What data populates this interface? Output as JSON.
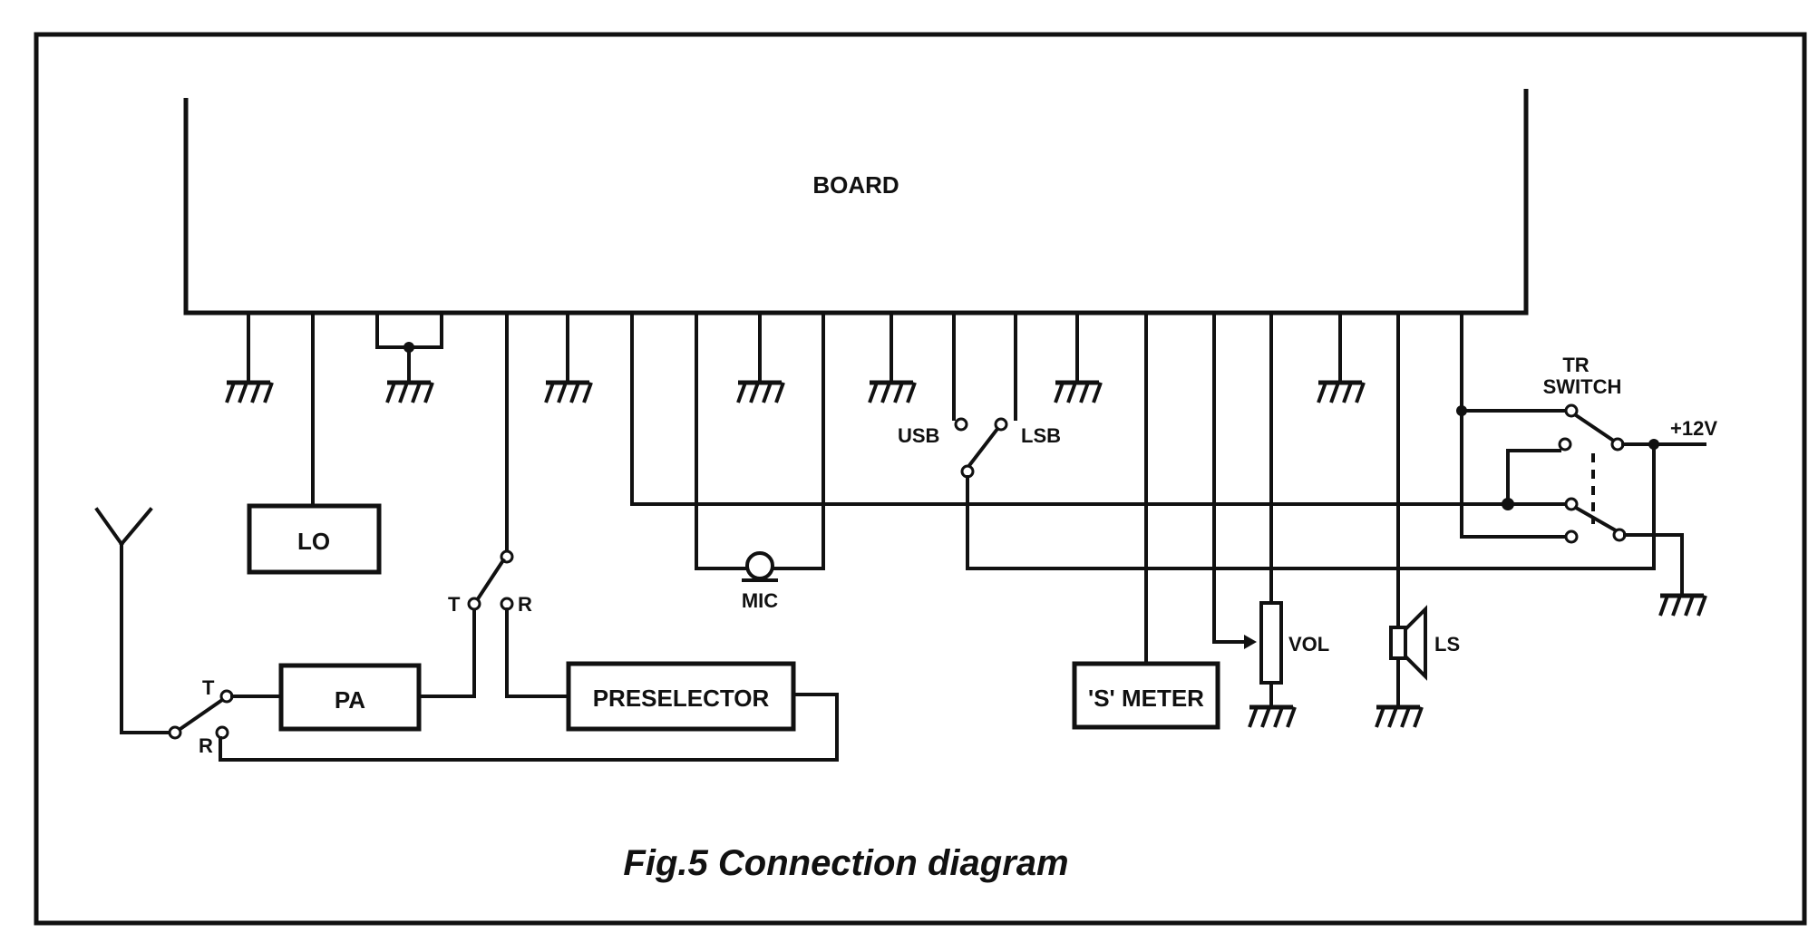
{
  "caption": "Fig.5  Connection diagram",
  "blocks": {
    "board": "BOARD",
    "lo": "LO",
    "pa": "PA",
    "preselector": "PRESELECTOR",
    "s_meter": "'S' METER"
  },
  "components": {
    "mic": "MIC",
    "vol": "VOL",
    "ls": "LS",
    "tr_switch_line1": "TR",
    "tr_switch_line2": "SWITCH",
    "supply": "+12V"
  },
  "switch_labels": {
    "usb": "USB",
    "lsb": "LSB",
    "ant_t": "T",
    "ant_r": "R",
    "pa_t": "T",
    "pa_r": "R"
  }
}
